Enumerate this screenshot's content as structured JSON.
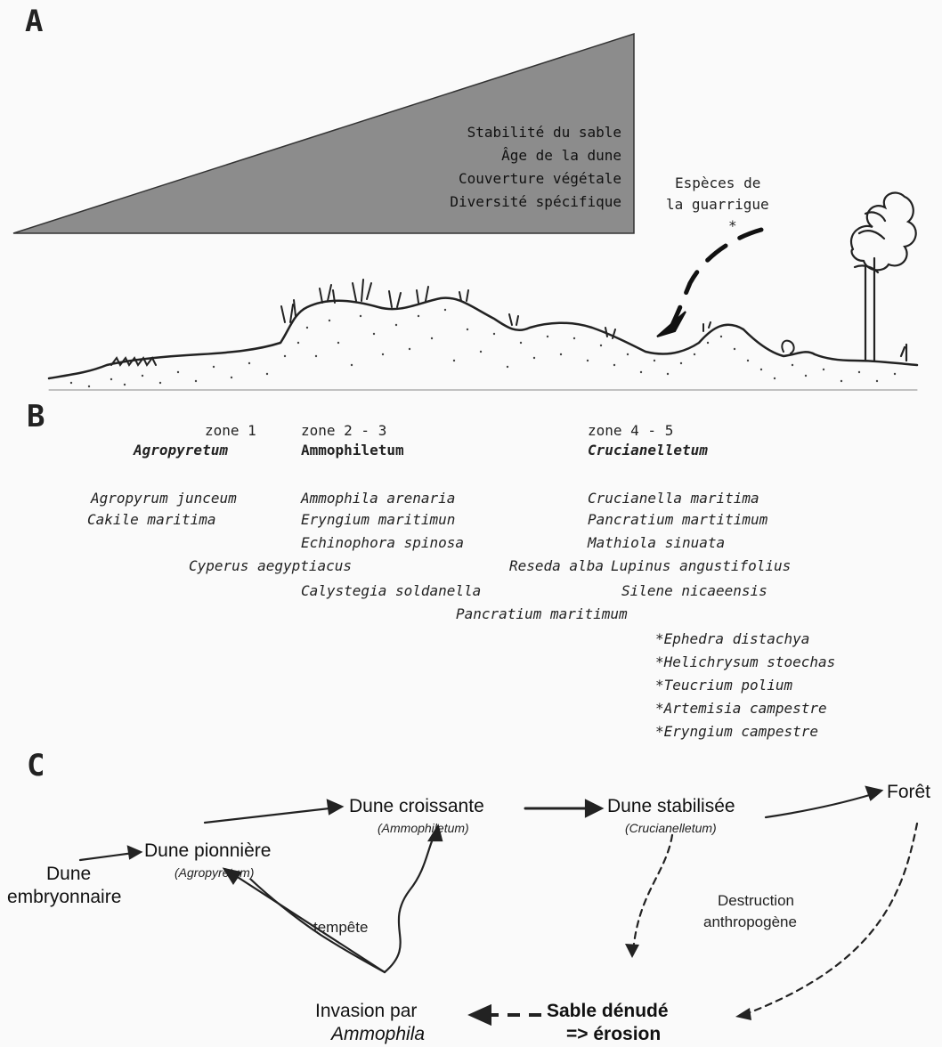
{
  "panel_a": {
    "letter": "A",
    "gradient_labels": [
      "Stabilité du sable",
      "Âge de la dune",
      "Couverture végétale",
      "Diversité spécifique"
    ],
    "garrigue_label_1": "Espèces de",
    "garrigue_label_2": "la guarrigue",
    "colors": {
      "triangle": "#8c8c8c",
      "ink": "#222222"
    }
  },
  "panel_b": {
    "letter": "B",
    "zones": [
      {
        "zone": "zone 1",
        "association": "Agropyretum"
      },
      {
        "zone": "zone 2 - 3",
        "association": "Ammophiletum"
      },
      {
        "zone": "zone 4 - 5",
        "association": "Crucianelletum"
      }
    ],
    "species": {
      "agropyrum_junceum": "Agropyrum junceum",
      "cakile_maritima": "Cakile maritima",
      "cyperus_aegyptiacus": "Cyperus aegyptiacus",
      "ammophila_arenaria": "Ammophila arenaria",
      "eryngium_maritimun": "Eryngium maritimun",
      "echinophora_spinosa": "Echinophora spinosa",
      "calystegia_soldanella": "Calystegia soldanella",
      "pancratium_maritimum": "Pancratium maritimum",
      "reseda_alba": "Reseda alba",
      "crucianella_maritima": "Crucianella maritima",
      "pancratium_martitimum": "Pancratium martitimum",
      "mathiola_sinuata": "Mathiola sinuata",
      "lupinus_angustifolius": "Lupinus angustifolius",
      "silene_nicaeensis": "Silene nicaeensis",
      "ephedra_distachya": "*Ephedra distachya",
      "helichrysum_stoechas": "*Helichrysum stoechas",
      "teucrium_polium": "*Teucrium polium",
      "artemisia_campestre": "*Artemisia campestre",
      "eryngium_campestre": "*Eryngium campestre"
    }
  },
  "panel_c": {
    "letter": "C",
    "dune_embryonnaire_1": "Dune",
    "dune_embryonnaire_2": "embryonnaire",
    "dune_pionniere": "Dune pionnière",
    "agropyretum": "(Agropyretum)",
    "dune_croissante": "Dune croissante",
    "ammophiletum": "(Ammophiletum)",
    "dune_stabilisee": "Dune stabilisée",
    "crucianelletum": "(Crucianelletum)",
    "foret": "Forêt",
    "tempete": "tempête",
    "destruction_1": "Destruction",
    "destruction_2": "anthropogène",
    "invasion_1": "Invasion par",
    "invasion_2": "Ammophila",
    "sable_denude": "Sable dénudé",
    "erosion": "=> érosion"
  }
}
